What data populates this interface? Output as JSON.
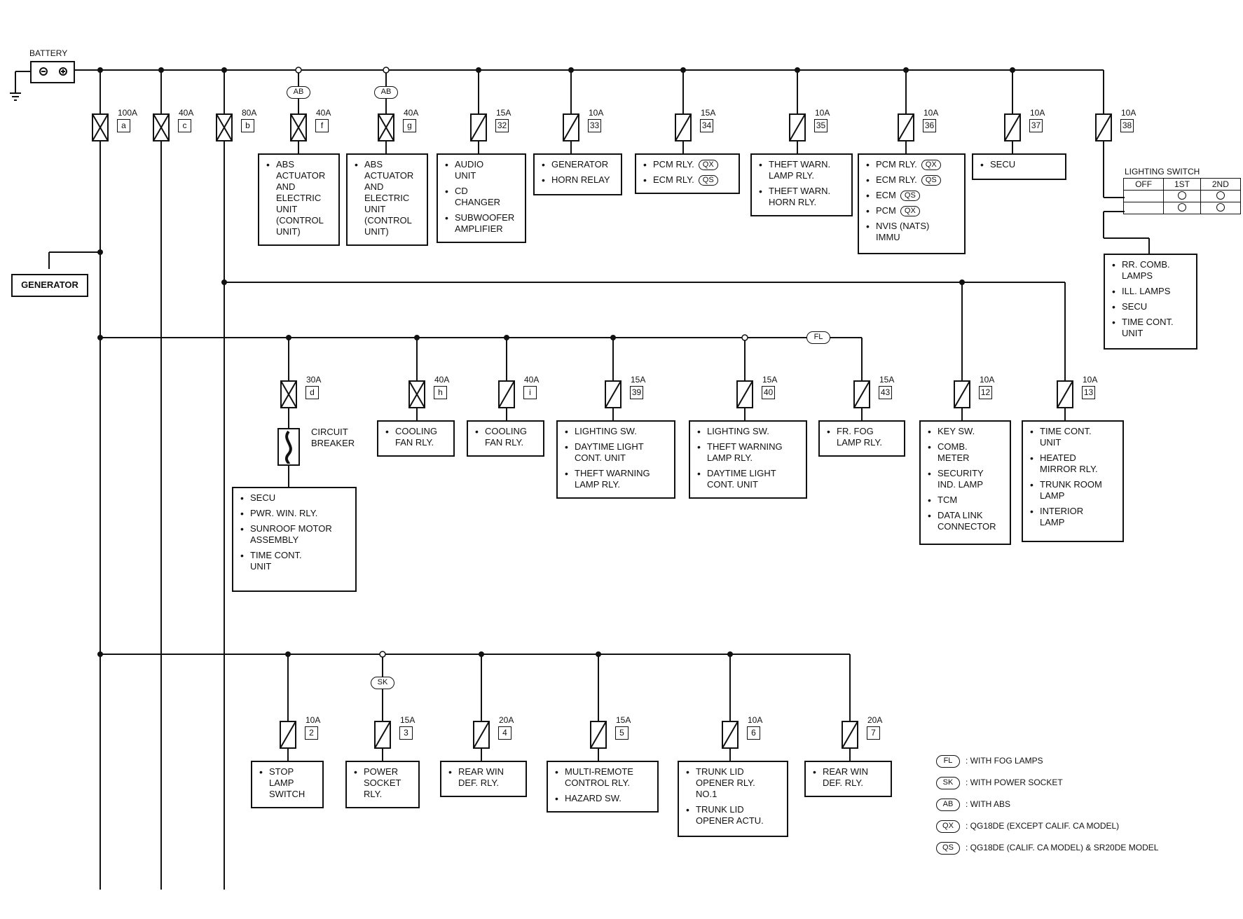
{
  "battery_label": "BATTERY",
  "generator_label": "GENERATOR",
  "circuit_breaker_label": "CIRCUIT\nBREAKER",
  "fuses": [
    {
      "amp": "100A",
      "no": "a"
    },
    {
      "amp": "40A",
      "no": "c"
    },
    {
      "amp": "80A",
      "no": "b"
    },
    {
      "amp": "40A",
      "no": "f"
    },
    {
      "amp": "40A",
      "no": "g"
    },
    {
      "amp": "15A",
      "no": "32"
    },
    {
      "amp": "10A",
      "no": "33"
    },
    {
      "amp": "15A",
      "no": "34"
    },
    {
      "amp": "10A",
      "no": "35"
    },
    {
      "amp": "10A",
      "no": "36"
    },
    {
      "amp": "10A",
      "no": "37"
    },
    {
      "amp": "10A",
      "no": "38"
    },
    {
      "amp": "30A",
      "no": "d"
    },
    {
      "amp": "40A",
      "no": "h"
    },
    {
      "amp": "40A",
      "no": "i"
    },
    {
      "amp": "15A",
      "no": "39"
    },
    {
      "amp": "15A",
      "no": "40"
    },
    {
      "amp": "15A",
      "no": "43"
    },
    {
      "amp": "10A",
      "no": "12"
    },
    {
      "amp": "10A",
      "no": "13"
    },
    {
      "amp": "10A",
      "no": "2"
    },
    {
      "amp": "15A",
      "no": "3"
    },
    {
      "amp": "20A",
      "no": "4"
    },
    {
      "amp": "15A",
      "no": "5"
    },
    {
      "amp": "10A",
      "no": "6"
    },
    {
      "amp": "20A",
      "no": "7"
    }
  ],
  "ovals": [
    "AB",
    "AB",
    "FL",
    "SK"
  ],
  "boxes": [
    {
      "items": [
        {
          "t": "ABS\nACTUATOR\nAND\nELECTRIC\nUNIT\n(CONTROL\nUNIT)"
        }
      ]
    },
    {
      "items": [
        {
          "t": "ABS\nACTUATOR\nAND\nELECTRIC\nUNIT\n(CONTROL\nUNIT)"
        }
      ]
    },
    {
      "items": [
        {
          "t": "AUDIO\nUNIT"
        },
        {
          "t": "CD\nCHANGER"
        },
        {
          "t": "SUBWOOFER\nAMPLIFIER"
        }
      ]
    },
    {
      "items": [
        {
          "t": "GENERATOR"
        },
        {
          "t": "HORN RELAY"
        }
      ]
    },
    {
      "items": [
        {
          "t": "PCM RLY.",
          "tag": "QX"
        },
        {
          "t": "ECM RLY.",
          "tag": "QS"
        }
      ]
    },
    {
      "items": [
        {
          "t": "THEFT WARN.\nLAMP RLY."
        },
        {
          "t": "THEFT WARN.\nHORN RLY."
        }
      ]
    },
    {
      "items": [
        {
          "t": "PCM RLY.",
          "tag": "QX"
        },
        {
          "t": "ECM RLY.",
          "tag": "QS"
        },
        {
          "t": "ECM",
          "tag": "QS"
        },
        {
          "t": "PCM",
          "tag": "QX"
        },
        {
          "t": "NVIS (NATS)\nIMMU"
        }
      ]
    },
    {
      "items": [
        {
          "t": "SECU"
        }
      ]
    },
    {
      "items": [
        {
          "t": "RR. COMB.\nLAMPS"
        },
        {
          "t": "ILL. LAMPS"
        },
        {
          "t": "SECU"
        },
        {
          "t": "TIME CONT.\nUNIT"
        }
      ]
    },
    {
      "items": [
        {
          "t": "SECU"
        },
        {
          "t": "PWR. WIN. RLY."
        },
        {
          "t": "SUNROOF MOTOR\nASSEMBLY"
        },
        {
          "t": "TIME CONT.\nUNIT"
        }
      ]
    },
    {
      "items": [
        {
          "t": "COOLING\nFAN RLY."
        }
      ]
    },
    {
      "items": [
        {
          "t": "COOLING\nFAN RLY."
        }
      ]
    },
    {
      "items": [
        {
          "t": "LIGHTING SW."
        },
        {
          "t": "DAYTIME LIGHT\nCONT. UNIT"
        },
        {
          "t": "THEFT WARNING\nLAMP RLY."
        }
      ]
    },
    {
      "items": [
        {
          "t": "LIGHTING SW."
        },
        {
          "t": "THEFT WARNING\nLAMP RLY."
        },
        {
          "t": "DAYTIME LIGHT\nCONT. UNIT"
        }
      ]
    },
    {
      "items": [
        {
          "t": "FR. FOG\nLAMP RLY."
        }
      ]
    },
    {
      "items": [
        {
          "t": "KEY SW."
        },
        {
          "t": "COMB.\nMETER"
        },
        {
          "t": "SECURITY\nIND. LAMP"
        },
        {
          "t": "TCM"
        },
        {
          "t": "DATA LINK\nCONNECTOR"
        }
      ]
    },
    {
      "items": [
        {
          "t": "TIME CONT.\nUNIT"
        },
        {
          "t": "HEATED\nMIRROR RLY."
        },
        {
          "t": "TRUNK ROOM\nLAMP"
        },
        {
          "t": "INTERIOR\nLAMP"
        }
      ]
    },
    {
      "items": [
        {
          "t": "STOP\nLAMP\nSWITCH"
        }
      ]
    },
    {
      "items": [
        {
          "t": "POWER\nSOCKET\nRLY."
        }
      ]
    },
    {
      "items": [
        {
          "t": "REAR WIN\nDEF. RLY."
        }
      ]
    },
    {
      "items": [
        {
          "t": "MULTI-REMOTE\nCONTROL RLY."
        },
        {
          "t": "HAZARD SW."
        }
      ]
    },
    {
      "items": [
        {
          "t": "TRUNK LID\nOPENER RLY.\nNO.1"
        },
        {
          "t": "TRUNK LID\nOPENER ACTU."
        }
      ]
    },
    {
      "items": [
        {
          "t": "REAR WIN\nDEF. RLY."
        }
      ]
    }
  ],
  "lighting_switch": {
    "title": "LIGHTING SWITCH",
    "cols": [
      "OFF",
      "1ST",
      "2ND"
    ]
  },
  "legend": [
    {
      "code": "FL",
      "text": ": WITH FOG LAMPS"
    },
    {
      "code": "SK",
      "text": ": WITH POWER SOCKET"
    },
    {
      "code": "AB",
      "text": ": WITH ABS"
    },
    {
      "code": "QX",
      "text": ": QG18DE (EXCEPT CALIF. CA MODEL)"
    },
    {
      "code": "QS",
      "text": ": QG18DE (CALIF. CA MODEL) & SR20DE MODEL"
    }
  ],
  "colors": {
    "line": "#111111",
    "background": "#ffffff"
  }
}
